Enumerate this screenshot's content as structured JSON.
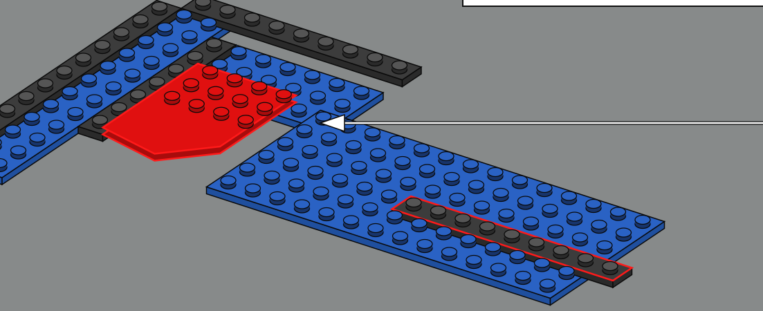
{
  "colors": {
    "background": "#878a8a",
    "blue_top": "#2a62c4",
    "blue_side": "#1f4f9e",
    "blue_dark": "#17346b",
    "dark_gray_top": "#3c3c3c",
    "dark_gray_side": "#2a2a2a",
    "red_top": "#e01010",
    "red_side": "#a80c0c",
    "highlight": "#ff1a1a",
    "outline": "#0a0a0a",
    "callout_line": "#ffffff"
  },
  "scene": {
    "description_parts": [
      "blue-base-plate",
      "dark-gray-border-plates",
      "red-wedge-plate",
      "dark-gray-tile-highlighted"
    ],
    "pointer_icon": "arrow-left-icon"
  }
}
